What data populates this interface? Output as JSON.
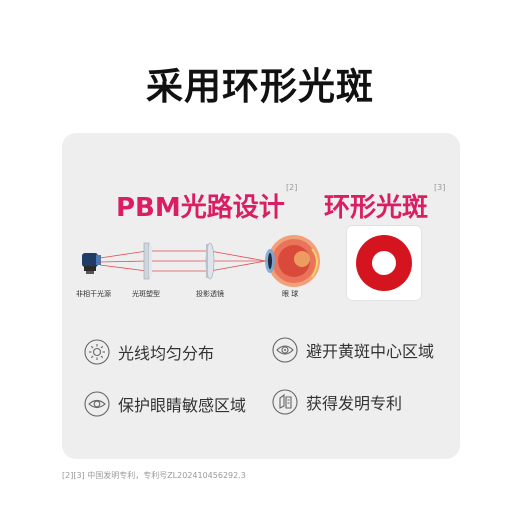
{
  "title": "采用环形光斑",
  "left_panel": {
    "heading": "PBM光路设计",
    "ref": "[2]",
    "labels": [
      "非相干光源",
      "光斑塑型",
      "投影透镜",
      "眼 球"
    ]
  },
  "right_panel": {
    "heading": "环形光斑",
    "ref": "[3]"
  },
  "features": [
    {
      "icon": "sun-icon",
      "label": "光线均匀分布"
    },
    {
      "icon": "macula-eye-icon",
      "label": "避开黄斑中心区域"
    },
    {
      "icon": "eye-icon",
      "label": "保护眼睛敏感区域"
    },
    {
      "icon": "patent-icon",
      "label": "获得发明专利"
    }
  ],
  "footnote": "[2][3] 中国发明专利，专利号ZL202410456292.3",
  "colors": {
    "accent": "#d91e63",
    "ring": "#d4141e",
    "card_bg": "#efeeee"
  }
}
